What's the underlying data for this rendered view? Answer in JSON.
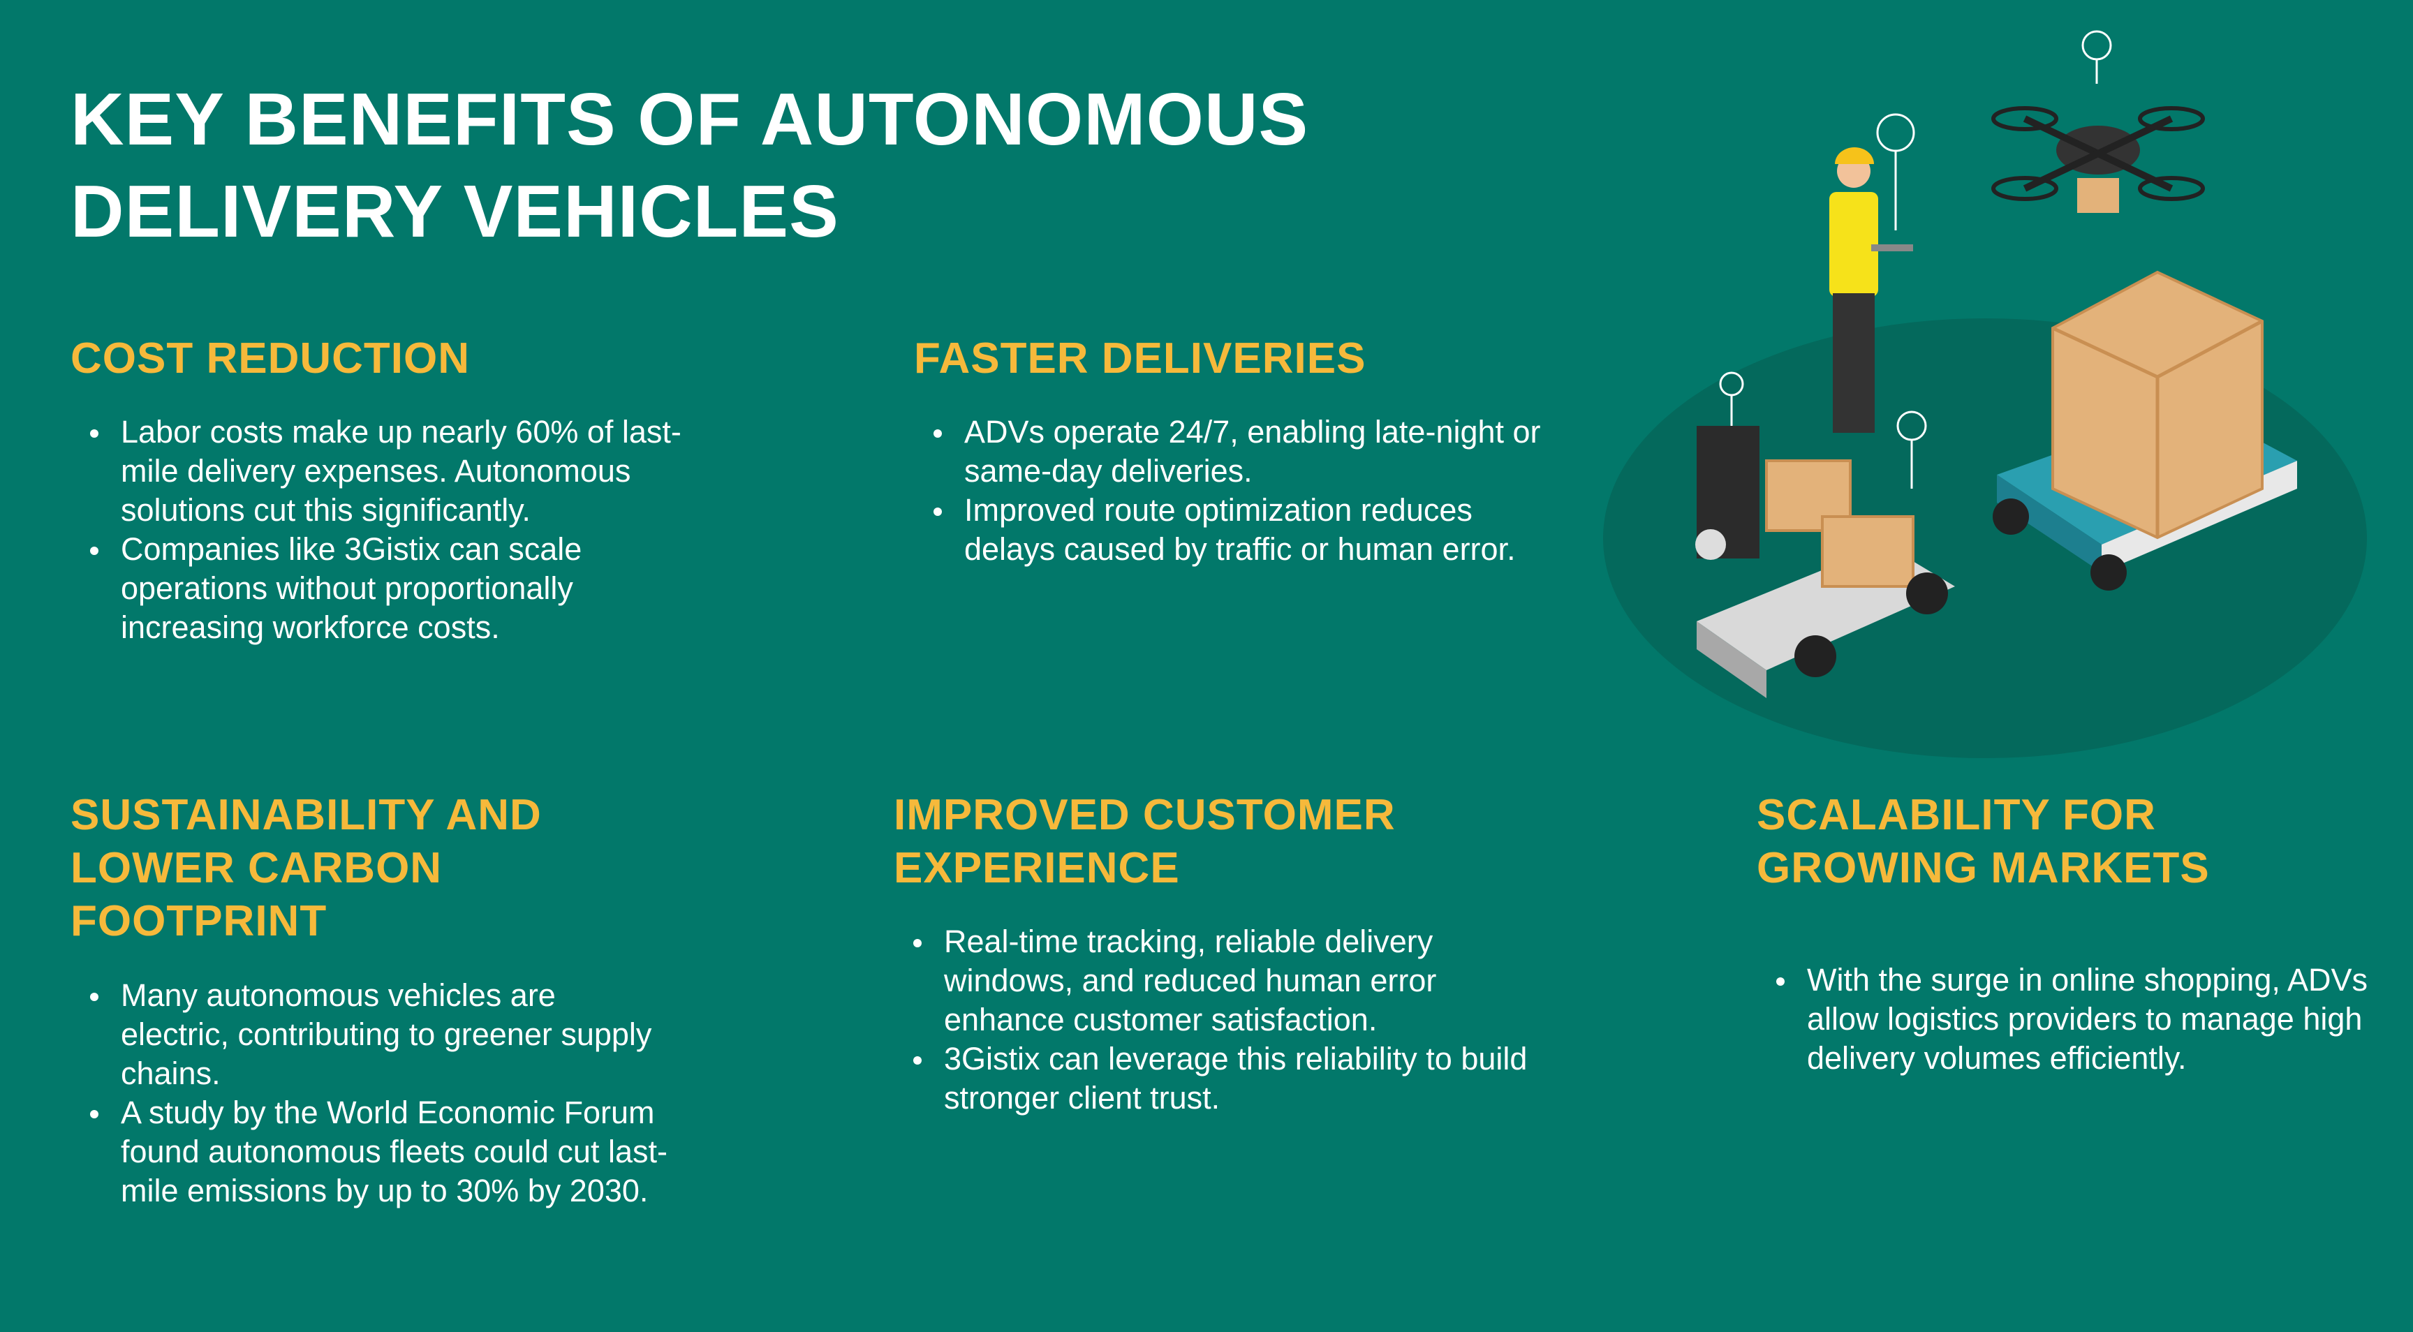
{
  "title": [
    "KEY BENEFITS OF AUTONOMOUS",
    "DELIVERY VEHICLES"
  ],
  "sections": [
    {
      "heading": "COST REDUCTION",
      "bullets": [
        "Labor costs make up nearly 60% of last-mile delivery expenses. Autonomous solutions cut this significantly.",
        "Companies like 3Gistix can scale operations without proportionally increasing workforce costs."
      ]
    },
    {
      "heading": "FASTER DELIVERIES",
      "bullets": [
        "ADVs operate 24/7, enabling late-night or same-day deliveries.",
        "Improved route optimization reduces delays caused by traffic or human error."
      ]
    },
    {
      "heading": "SUSTAINABILITY AND LOWER CARBON FOOTPRINT",
      "bullets": [
        "Many autonomous vehicles are electric, contributing to greener supply chains.",
        "A study by the World Economic Forum found autonomous fleets could cut last-mile emissions by up to 30% by 2030."
      ]
    },
    {
      "heading": "IMPROVED CUSTOMER EXPERIENCE",
      "bullets": [
        "Real-time tracking, reliable delivery windows, and reduced human error enhance customer satisfaction.",
        "3Gistix can leverage this reliability to build stronger client trust."
      ]
    },
    {
      "heading": "SCALABILITY FOR GROWING MARKETS",
      "bullets": [
        "With the surge in online shopping, ADVs allow logistics providers to manage high delivery volumes efficiently."
      ]
    }
  ],
  "colors": {
    "background": "#02786a",
    "accent": "#f6b93b",
    "platform": "#04695c"
  }
}
